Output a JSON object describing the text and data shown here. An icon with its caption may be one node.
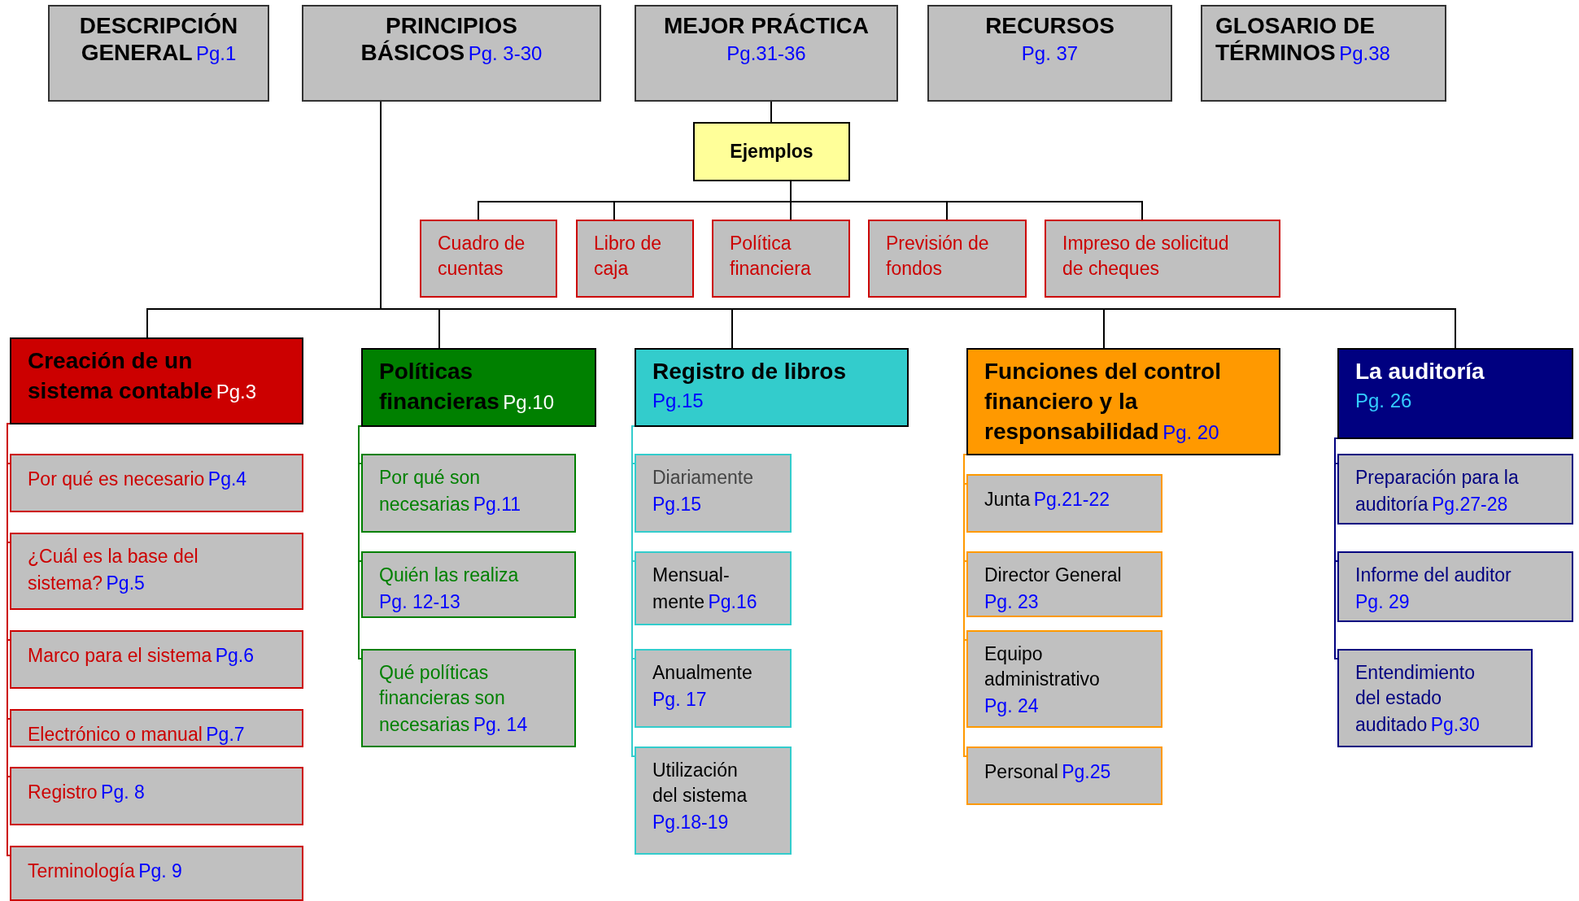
{
  "diagram": {
    "nodes": [
      {
        "text": [
          "DESCRIPCIÓN GENERAL",
          "Pg.1"
        ]
      },
      {
        "text": [
          "PRINCIPIOS BÁSICOS",
          "Pg. 3-30"
        ]
      },
      {
        "text": [
          "MEJOR PRÁCTICA",
          "Pg.31-36"
        ]
      },
      {
        "text": [
          "RECURSOS",
          "Pg. 37"
        ]
      },
      {
        "text": [
          "GLOSARIO DE TÉRMINOS",
          "Pg.38"
        ]
      },
      {
        "text": [
          "Ejemplos"
        ]
      },
      {
        "text": [
          "Cuadro de cuentas"
        ]
      },
      {
        "text": [
          "Libro de caja"
        ]
      },
      {
        "text": [
          "Política financiera"
        ]
      },
      {
        "text": [
          "Previsión de fondos"
        ]
      },
      {
        "text": [
          "Impreso de solicitud de cheques"
        ]
      },
      {
        "text": [
          "Creación de un sistema contable",
          "Pg.3"
        ]
      },
      {
        "text": [
          "Por qué es necesario",
          "Pg.4"
        ]
      },
      {
        "text": [
          "¿Cuál es la base del sistema?",
          "Pg.5"
        ]
      },
      {
        "text": [
          "Marco para el sistema",
          "Pg.6"
        ]
      },
      {
        "text": [
          "Electrónico o manual",
          "Pg.7"
        ]
      },
      {
        "text": [
          "Registro",
          "Pg. 8"
        ]
      },
      {
        "text": [
          "Terminología",
          "Pg. 9"
        ]
      },
      {
        "text": [
          "Políticas financieras",
          "Pg.10"
        ]
      },
      {
        "text": [
          "Por qué son necesarias",
          "Pg.11"
        ]
      },
      {
        "text": [
          "Quién las realiza",
          "Pg. 12-13"
        ]
      },
      {
        "text": [
          "Qué políticas financieras son necesarias",
          "Pg. 14"
        ]
      },
      {
        "text": [
          "Registro de libros",
          "Pg.15"
        ]
      },
      {
        "text": [
          "Diariamente",
          "Pg.15"
        ]
      },
      {
        "text": [
          "Mensual- mente",
          "Pg.16"
        ]
      },
      {
        "text": [
          "Anualmente",
          "Pg. 17"
        ]
      },
      {
        "text": [
          "Utilización del sistema",
          "Pg.18-19"
        ]
      },
      {
        "text": [
          "Funciones del control financiero y la responsabilidad",
          "Pg. 20"
        ]
      },
      {
        "text": [
          "Junta",
          "Pg.21-22"
        ]
      },
      {
        "text": [
          "Director General",
          "Pg. 23"
        ]
      },
      {
        "text": [
          "Equipo administrativo",
          "Pg. 24"
        ]
      },
      {
        "text": [
          "Personal",
          "Pg.25"
        ]
      },
      {
        "text": [
          "La auditoría",
          "Pg. 26"
        ]
      },
      {
        "text": [
          "Preparación para la auditoría",
          "Pg.27-28"
        ]
      },
      {
        "text": [
          "Informe del auditor",
          "Pg. 29"
        ]
      },
      {
        "text": [
          "Entendimiento del estado auditado",
          "Pg.30"
        ]
      }
    ],
    "edges": [
      {
        "from": 2,
        "to": 5,
        "arrow": "none"
      },
      {
        "from": 5,
        "to": 6,
        "arrow": "none"
      },
      {
        "from": 5,
        "to": 7,
        "arrow": "none"
      },
      {
        "from": 5,
        "to": 8,
        "arrow": "none"
      },
      {
        "from": 5,
        "to": 9,
        "arrow": "none"
      },
      {
        "from": 5,
        "to": 10,
        "arrow": "none"
      },
      {
        "from": 1,
        "to": 11,
        "arrow": "none"
      },
      {
        "from": 1,
        "to": 18,
        "arrow": "none"
      },
      {
        "from": 1,
        "to": 22,
        "arrow": "none"
      },
      {
        "from": 1,
        "to": 27,
        "arrow": "none"
      },
      {
        "from": 1,
        "to": 32,
        "arrow": "none"
      },
      {
        "from": 11,
        "to": 12,
        "arrow": "none",
        "color": "#cc0000"
      },
      {
        "from": 11,
        "to": 13,
        "arrow": "none",
        "color": "#cc0000"
      },
      {
        "from": 11,
        "to": 14,
        "arrow": "none",
        "color": "#cc0000"
      },
      {
        "from": 11,
        "to": 15,
        "arrow": "none",
        "color": "#cc0000"
      },
      {
        "from": 11,
        "to": 16,
        "arrow": "none",
        "color": "#cc0000"
      },
      {
        "from": 11,
        "to": 17,
        "arrow": "none",
        "color": "#cc0000"
      },
      {
        "from": 18,
        "to": 19,
        "arrow": "none",
        "color": "#008000"
      },
      {
        "from": 18,
        "to": 20,
        "arrow": "none",
        "color": "#008000"
      },
      {
        "from": 18,
        "to": 21,
        "arrow": "none",
        "color": "#008000"
      },
      {
        "from": 22,
        "to": 23,
        "arrow": "none",
        "color": "#33cccc"
      },
      {
        "from": 22,
        "to": 24,
        "arrow": "none",
        "color": "#33cccc"
      },
      {
        "from": 22,
        "to": 25,
        "arrow": "none",
        "color": "#33cccc"
      },
      {
        "from": 22,
        "to": 26,
        "arrow": "none",
        "color": "#33cccc"
      },
      {
        "from": 27,
        "to": 28,
        "arrow": "none",
        "color": "#ff9900"
      },
      {
        "from": 27,
        "to": 29,
        "arrow": "none",
        "color": "#ff9900"
      },
      {
        "from": 27,
        "to": 30,
        "arrow": "none",
        "color": "#ff9900"
      },
      {
        "from": 27,
        "to": 31,
        "arrow": "none",
        "color": "#ff9900"
      },
      {
        "from": 32,
        "to": 33,
        "arrow": "none",
        "color": "#000080"
      },
      {
        "from": 32,
        "to": 34,
        "arrow": "none",
        "color": "#000080"
      },
      {
        "from": 32,
        "to": 35,
        "arrow": "none",
        "color": "#000080"
      }
    ]
  }
}
